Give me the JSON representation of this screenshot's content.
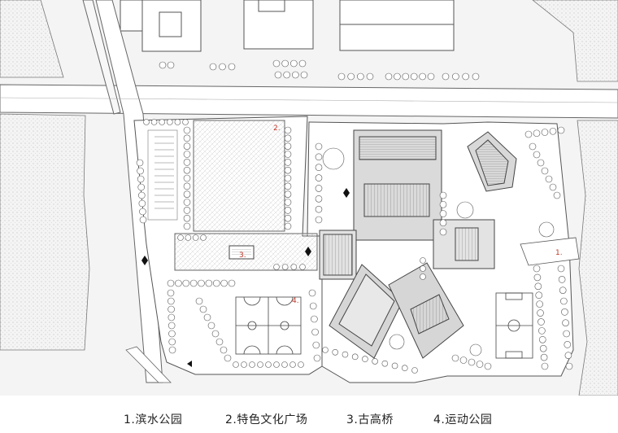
{
  "plan_markers": [
    {
      "id": "m1",
      "text": "1."
    },
    {
      "id": "m2",
      "text": "2."
    },
    {
      "id": "m3",
      "text": "3."
    },
    {
      "id": "m4",
      "text": "4."
    }
  ],
  "legend": [
    {
      "label": "1.滨水公园"
    },
    {
      "label": "2.特色文化广场"
    },
    {
      "label": "3.古高桥"
    },
    {
      "label": "4.运动公园"
    }
  ],
  "colors": {
    "marker": "#c0392b",
    "line": "#555555",
    "roof_gray": "#d8d8d8",
    "riverbank": "#e9e9e9"
  }
}
